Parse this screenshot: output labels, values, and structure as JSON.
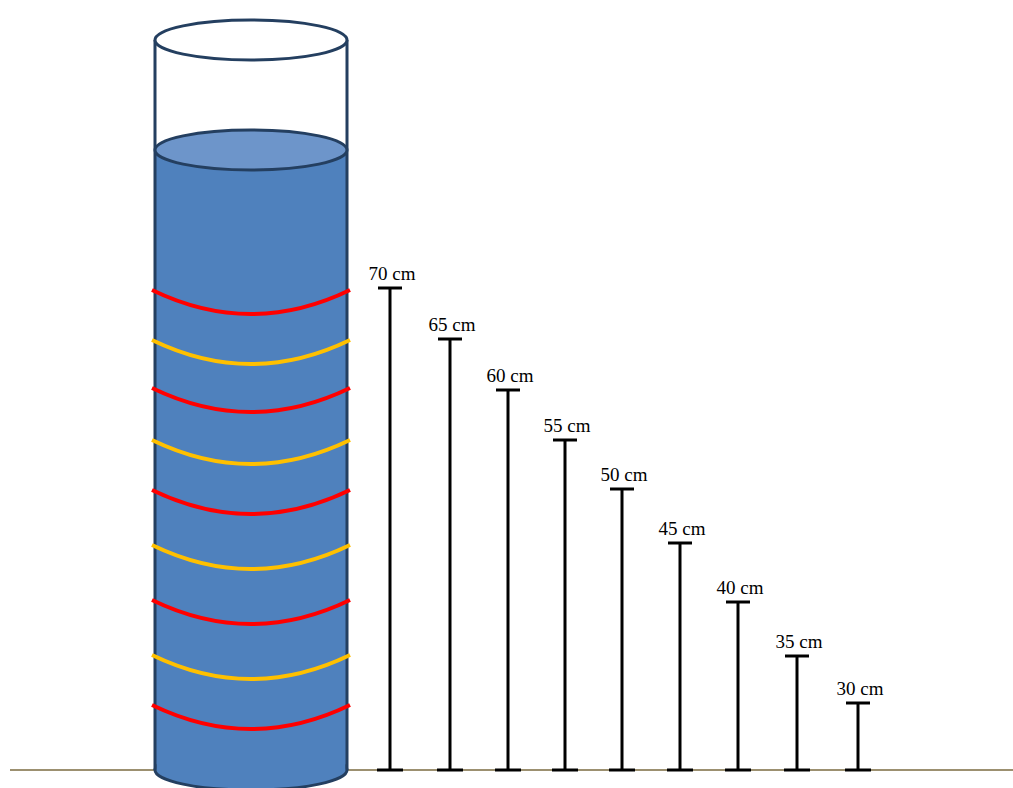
{
  "diagram": {
    "labels": [
      "70 cm",
      "65 cm",
      "60 cm",
      "55 cm",
      "50 cm",
      "45 cm",
      "40 cm",
      "35 cm",
      "30 cm"
    ]
  }
}
